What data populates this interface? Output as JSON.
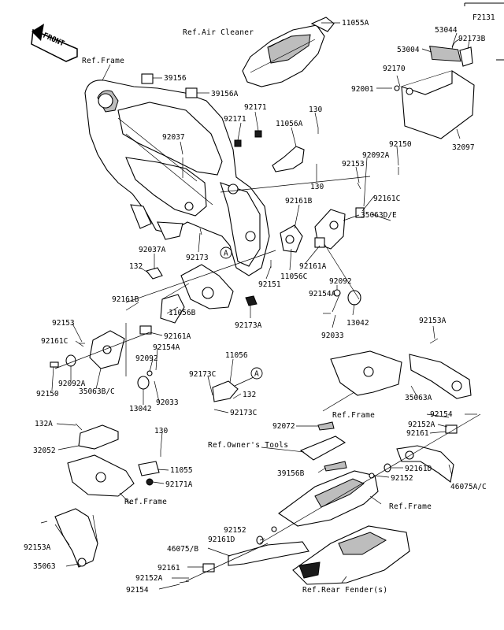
{
  "diagram_code": "F2131",
  "front_badge": "FRONT",
  "callouts": {
    "A_top": "A",
    "A_bottom": "A"
  },
  "references": {
    "air_cleaner": "Ref.Air Cleaner",
    "frame_top": "Ref.Frame",
    "frame_right": "Ref.Frame",
    "frame_left_bottom": "Ref.Frame",
    "frame_lower_right": "Ref.Frame",
    "owners_tools": "Ref.Owner's Tools",
    "rear_fender": "Ref.Rear Fender(s)"
  },
  "parts": {
    "p11055A": "11055A",
    "p53044": "53044",
    "p92173B": "92173B",
    "p53004": "53004",
    "p92170": "92170",
    "p92001": "92001",
    "p32097": "32097",
    "p39156": "39156",
    "p39156A": "39156A",
    "p92171_a": "92171",
    "p92171_b": "92171",
    "p130_a": "130",
    "p11056A": "11056A",
    "p92037": "92037",
    "p92150_a": "92150",
    "p92092A_a": "92092A",
    "p92153_a": "92153",
    "p130_b": "130",
    "p92161C_a": "92161C",
    "p92161B_a": "92161B",
    "p35063DE": "35063D/E",
    "p92037A": "92037A",
    "p92173_a": "92173",
    "p92161A_a": "92161A",
    "p132_a": "132",
    "p11056C": "11056C",
    "p92151": "92151",
    "p92092_a": "92092",
    "p92154A_a": "92154A",
    "p92161B_b": "92161B",
    "p92173A": "92173A",
    "p13042_a": "13042",
    "p92033_a": "92033",
    "p92153_b": "92153",
    "p11056B": "11056B",
    "p92153A_a": "92153A",
    "p92161A_b": "92161A",
    "p92161C_b": "92161C",
    "p92154A_b": "92154A",
    "p92092_b": "92092",
    "p11056": "11056",
    "p92092A_b": "92092A",
    "p92173C_a": "92173C",
    "p92150_b": "92150",
    "p35063BC": "35063B/C",
    "p35063A": "35063A",
    "p13042_b": "13042",
    "p92033_b": "92033",
    "p132_b": "132",
    "p92173C_b": "92173C",
    "p92154_a": "92154",
    "p132A": "132A",
    "p92072": "92072",
    "p92152A_a": "92152A",
    "p92161_a": "92161",
    "p130_c": "130",
    "p32052": "32052",
    "p11055": "11055",
    "p92171A": "92171A",
    "p92161D_a": "92161D",
    "p39156B": "39156B",
    "p92152_a": "92152",
    "p46075AC": "46075A/C",
    "p92152_b": "92152",
    "p92153A_b": "92153A",
    "p92161D_b": "92161D",
    "p46075B": "46075/B",
    "p35063": "35063",
    "p92161_b": "92161",
    "p92152A_b": "92152A",
    "p92154_b": "92154"
  }
}
